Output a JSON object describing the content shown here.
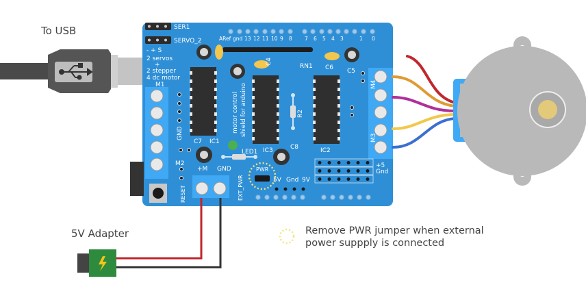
{
  "labels": {
    "usb": "To USB",
    "adapter": "5V Adapter",
    "note_line1": "Remove PWR jumper when external",
    "note_line2": "power suppply is connected"
  },
  "board": {
    "ser1": "SER1",
    "servo2": "SERVO_2",
    "pin_legend": [
      "-  +  S",
      "2  servos",
      "+",
      "2  stepper",
      "4  dc motor"
    ],
    "header_left_labels": [
      "ARef",
      "gnd",
      "13",
      "12",
      "11",
      "10",
      "9",
      "8"
    ],
    "header_right_labels": [
      "7",
      "6",
      "5",
      "4",
      "3",
      "1",
      "0"
    ],
    "m1": "M1",
    "m2": "M2",
    "m3": "M3",
    "m4": "M4",
    "gnd_vertical": "GND",
    "reset": "RESET",
    "title_line1": "motor control",
    "title_line2": "shield for arduino",
    "ic1": "IC1",
    "ic2": "IC2",
    "ic3": "IC3",
    "c4": "C4",
    "c5": "C5",
    "c6": "C6",
    "c7": "C7",
    "c8": "C8",
    "rn1": "RN1",
    "r2": "R2",
    "led1": "LED1",
    "plus_m": "+M",
    "gnd": "GND",
    "ext_pwr": "EXT_PWR",
    "pwr": "PWR",
    "v5": "5V",
    "gnd2": "Gnd",
    "v9": "9V",
    "plus5": "+5",
    "gnd3": "Gnd"
  },
  "colors": {
    "board": "#2f8fd6",
    "board_dark": "#1f6fae",
    "terminal": "#3fa9f5",
    "chip": "#3a3a3a",
    "wire_red": "#c0272d",
    "wire_orange": "#e09a33",
    "wire_pink": "#b0309a",
    "wire_yellow": "#f2c84b",
    "wire_blue": "#3d6fd1",
    "motor": "#b9b9b9",
    "pwr_ring": "#f4e37a"
  }
}
